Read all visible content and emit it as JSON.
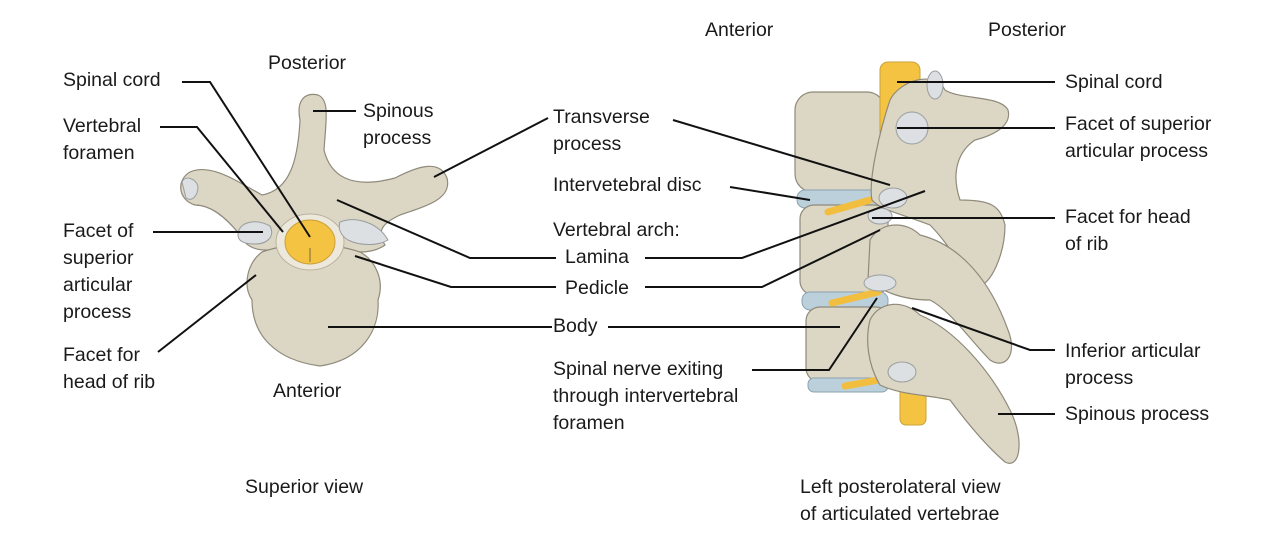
{
  "colors": {
    "bone": "#dcd6c4",
    "bone_shadow": "#c2bba6",
    "bone_outline": "#8f8a7b",
    "spinal_cord": "#f5c342",
    "spinal_cord_dark": "#e3a928",
    "facet": "#d9dde0",
    "disc": "#b9cfdb",
    "leader_line": "#111111",
    "text": "#1a1a1a"
  },
  "superior_view": {
    "caption": "Superior view",
    "orientation_top": "Posterior",
    "orientation_bottom": "Anterior",
    "labels": {
      "spinal_cord": [
        "Spinal cord"
      ],
      "vertebral_foramen": [
        "Vertebral",
        "foramen"
      ],
      "facet_superior": [
        "Facet of",
        "superior",
        "articular",
        "process"
      ],
      "facet_rib": [
        "Facet for",
        "head of rib"
      ],
      "spinous_process": [
        "Spinous",
        "process"
      ]
    }
  },
  "center_labels": {
    "transverse_process": [
      "Transverse",
      "process"
    ],
    "intervertebral_disc": [
      "Intervetebral disc"
    ],
    "vertebral_arch": [
      "Vertebral arch:"
    ],
    "lamina": [
      "Lamina"
    ],
    "pedicle": [
      "Pedicle"
    ],
    "body": [
      "Body"
    ],
    "spinal_nerve": [
      "Spinal nerve exiting",
      "through intervertebral",
      "foramen"
    ]
  },
  "lateral_view": {
    "caption": [
      "Left posterolateral view",
      "of articulated vertebrae"
    ],
    "orientation_left": "Anterior",
    "orientation_right": "Posterior",
    "labels": {
      "spinal_cord": [
        "Spinal cord"
      ],
      "facet_superior": [
        "Facet of superior",
        "articular process"
      ],
      "facet_rib": [
        "Facet for head",
        "of rib"
      ],
      "inferior_articular": [
        "Inferior articular",
        "process"
      ],
      "spinous_process": [
        "Spinous process"
      ]
    }
  }
}
